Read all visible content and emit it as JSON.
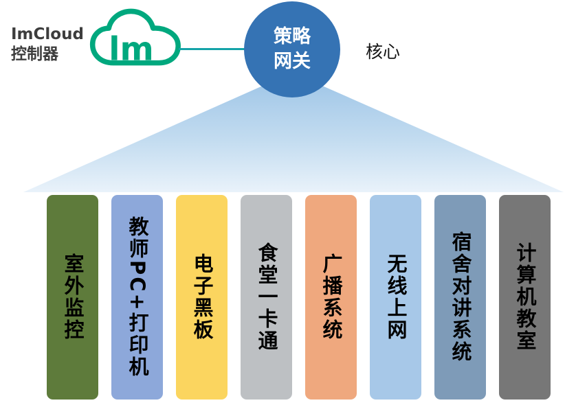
{
  "diagram": {
    "controller": {
      "line1": "ImCloud",
      "line2": "控制器"
    },
    "cloud_icon": {
      "text": "lm",
      "color": "#00a87e"
    },
    "connector_color": "#14a3a8",
    "gateway": {
      "line1": "策略",
      "line2": "网关",
      "color": "#3573b4"
    },
    "core_label": "核心",
    "beam": {
      "top_color": "#9ec5e7",
      "bottom_color": "#e9f2fa"
    },
    "pillars": [
      {
        "label": "室外监控",
        "color": "#5e7b3b"
      },
      {
        "label": "教师PC+打印机",
        "color": "#8da8da"
      },
      {
        "label": "电子黑板",
        "color": "#fbd55f"
      },
      {
        "label": "食堂一卡通",
        "color": "#bdc0c3"
      },
      {
        "label": "广播系统",
        "color": "#efa87e"
      },
      {
        "label": "无线上网",
        "color": "#a7c8e8"
      },
      {
        "label": "宿舍对讲系统",
        "color": "#7e9bb8"
      },
      {
        "label": "计算机教室",
        "color": "#777777"
      }
    ]
  }
}
